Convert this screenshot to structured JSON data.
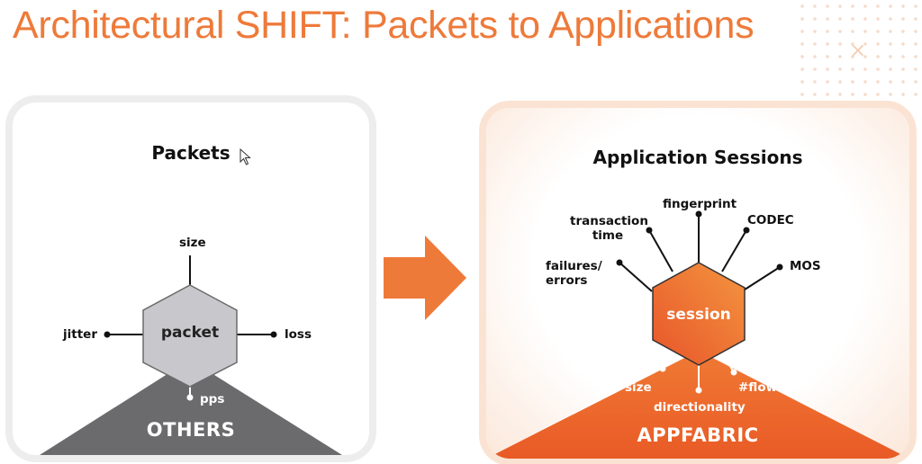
{
  "slide": {
    "title": "Architectural SHIFT: Packets to Applications"
  },
  "left_panel": {
    "title": "Packets",
    "center": "packet",
    "attributes": [
      "size",
      "jitter",
      "loss",
      "pps"
    ],
    "base": "OTHERS"
  },
  "right_panel": {
    "title": "Application Sessions",
    "center": "session",
    "attributes": [
      "transaction time",
      "fingerprint",
      "CODEC",
      "failures/ errors",
      "MOS"
    ],
    "inner_attributes": [
      "size",
      "directionality",
      "#flows"
    ],
    "base": "APPFABRIC"
  },
  "colors": {
    "accent": "#ee7a3a",
    "packet_hex": "#c8c8cc",
    "others_base": "#6b6b6d",
    "appfabric_base": "#ec6a2c"
  }
}
